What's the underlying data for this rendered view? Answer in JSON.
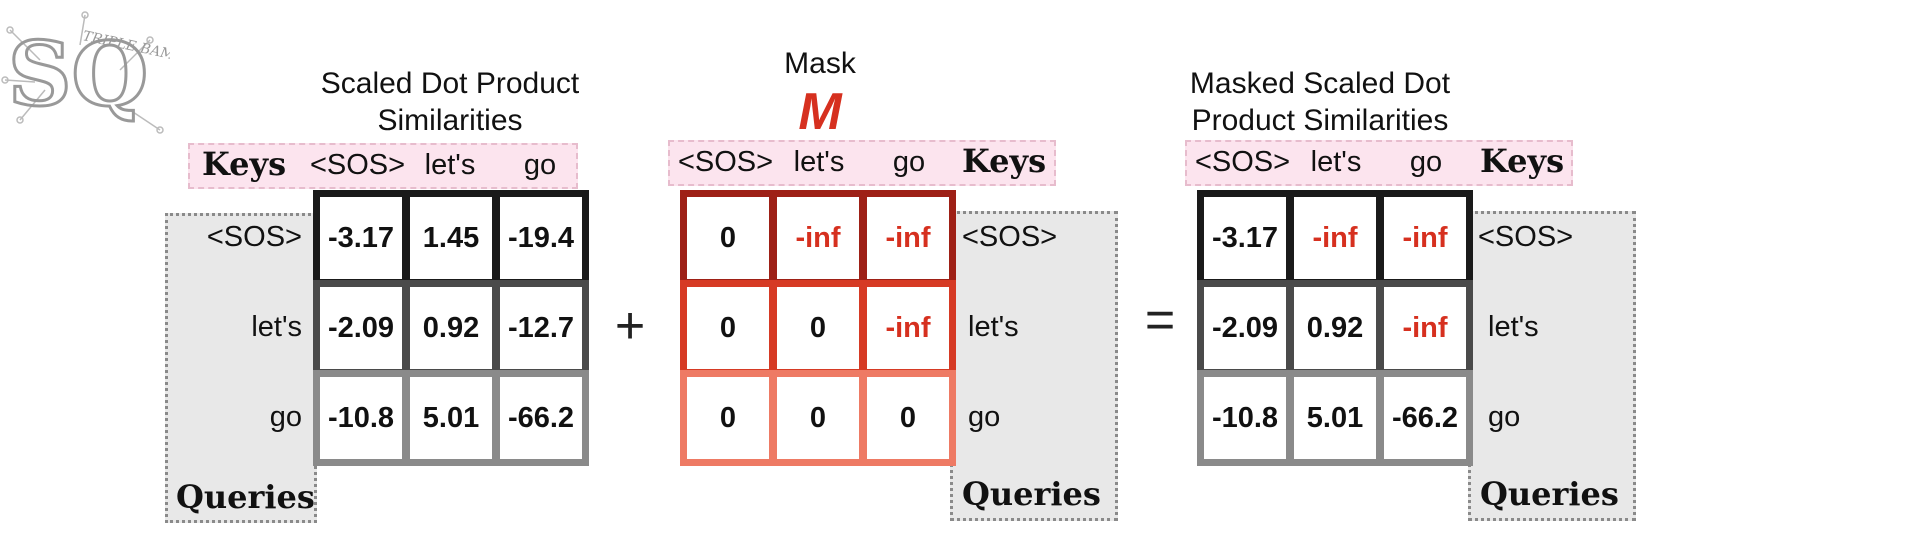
{
  "logo": {
    "letters": "SQ",
    "tagline": "TRIPLE BAM!!"
  },
  "left": {
    "title_line1": "Scaled Dot Product",
    "title_line2": "Similarities",
    "keys_label": "Keys",
    "queries_label": "Queries",
    "col_headers": [
      "<SOS>",
      "let's",
      "go"
    ],
    "row_labels": [
      "<SOS>",
      "let's",
      "go"
    ],
    "values": [
      [
        "-3.17",
        "1.45",
        "-19.4"
      ],
      [
        "-2.09",
        "0.92",
        "-12.7"
      ],
      [
        "-10.8",
        "5.01",
        "-66.2"
      ]
    ]
  },
  "plus": "+",
  "mask": {
    "title": "Mask",
    "symbol": "M",
    "keys_label": "Keys",
    "queries_label": "Queries",
    "col_headers": [
      "<SOS>",
      "let's",
      "go"
    ],
    "row_labels": [
      "<SOS>",
      "let's",
      "go"
    ],
    "values": [
      [
        "0",
        "-inf",
        "-inf"
      ],
      [
        "0",
        "0",
        "-inf"
      ],
      [
        "0",
        "0",
        "0"
      ]
    ]
  },
  "equals": "=",
  "right": {
    "title_line1": "Masked Scaled Dot",
    "title_line2": "Product Similarities",
    "keys_label": "Keys",
    "queries_label": "Queries",
    "col_headers": [
      "<SOS>",
      "let's",
      "go"
    ],
    "row_labels": [
      "<SOS>",
      "let's",
      "go"
    ],
    "values": [
      [
        "-3.17",
        "-inf",
        "-inf"
      ],
      [
        "-2.09",
        "0.92",
        "-inf"
      ],
      [
        "-10.8",
        "5.01",
        "-66.2"
      ]
    ]
  },
  "colors": {
    "accent_red": "#d6301f",
    "keys_bg": "#fce4ee",
    "queries_bg": "#e8e8e8"
  }
}
